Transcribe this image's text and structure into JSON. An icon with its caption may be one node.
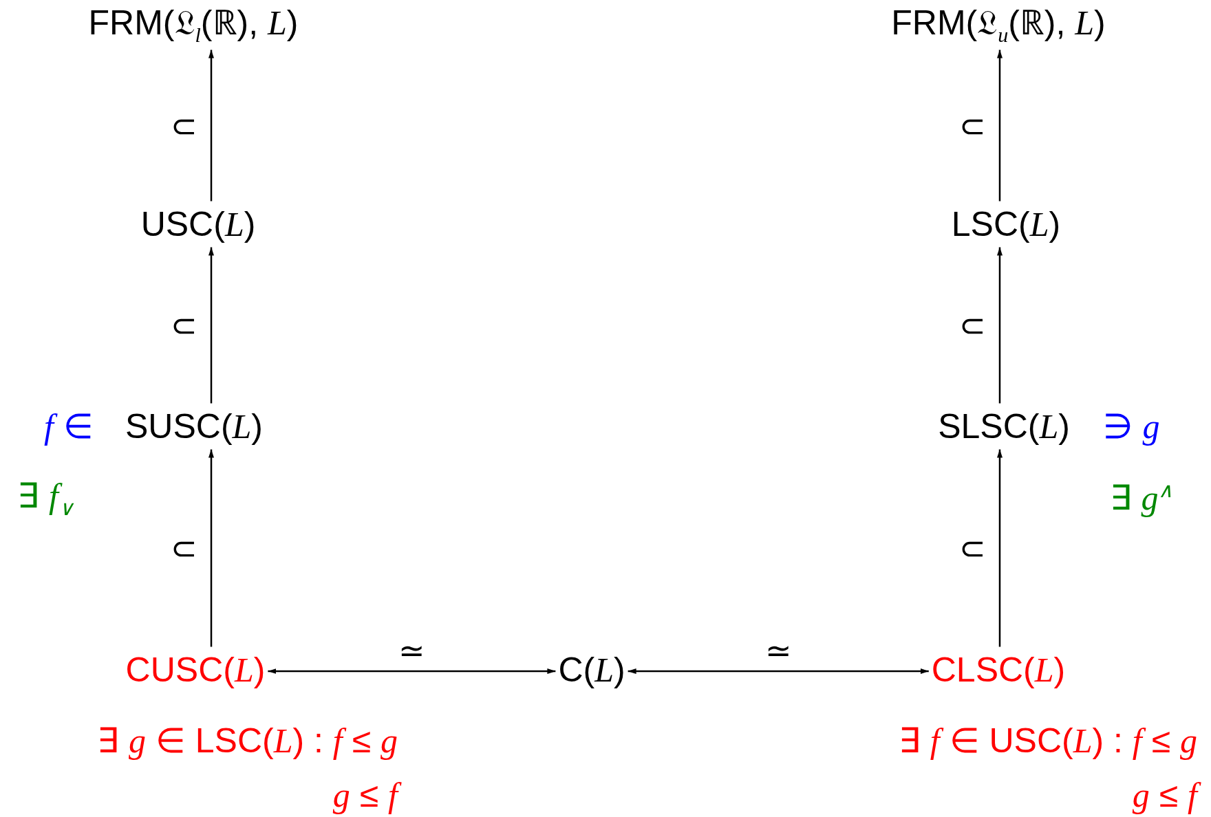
{
  "diagram": {
    "nodes": [
      {
        "text": [
          "FRM(𝔏$_{l}$(ℝ), *L*)"
        ]
      },
      {
        "text": [
          "USC(*L*)"
        ]
      },
      {
        "text": [
          "SUSC(*L*)"
        ],
        "beside": [
          "*f* ∈"
        ]
      },
      {
        "text": [
          "CUSC(*L*)"
        ]
      },
      {
        "text": [
          "C(*L*)"
        ]
      },
      {
        "text": [
          "FRM(𝔏$_{u}$(ℝ), *L*)"
        ]
      },
      {
        "text": [
          "LSC(*L*)"
        ]
      },
      {
        "text": [
          "SLSC(*L*)"
        ],
        "beside": [
          "∋ *g*"
        ]
      },
      {
        "text": [
          "CLSC(*L*)"
        ]
      }
    ],
    "edges": [
      {
        "from": 1,
        "to": 0,
        "arrow": "to",
        "label": "⊂"
      },
      {
        "from": 2,
        "to": 1,
        "arrow": "to",
        "label": "⊂"
      },
      {
        "from": 3,
        "to": 2,
        "arrow": "to",
        "label": "⊂"
      },
      {
        "from": 6,
        "to": 5,
        "arrow": "to",
        "label": "⊂"
      },
      {
        "from": 7,
        "to": 6,
        "arrow": "to",
        "label": "⊂"
      },
      {
        "from": 8,
        "to": 7,
        "arrow": "to",
        "label": "⊂"
      },
      {
        "from": 3,
        "to": 4,
        "arrow": "both",
        "label": "≃"
      },
      {
        "from": 4,
        "to": 8,
        "arrow": "both",
        "label": "≃"
      }
    ],
    "labels": [
      "∃ *f*$_{∨}$",
      "∃ *g*$^{∧}$",
      "∃ *g* ∈ LSC(*L*) : *f* ≤ *g*",
      "*g* ≤ *f*",
      "∃ *f* ∈ USC(*L*) : *f* ≤ *g*",
      "*g* ≤ *f*"
    ]
  }
}
